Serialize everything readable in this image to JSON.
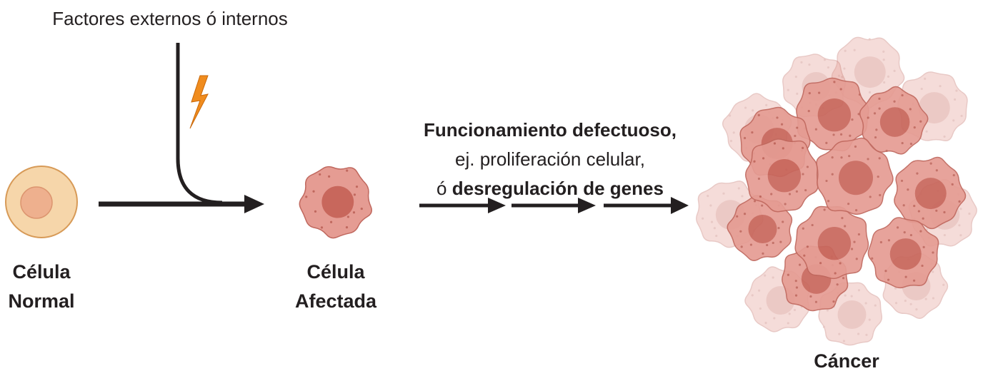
{
  "external_factors_label": "Factores externos ó internos",
  "normal_cell_label": {
    "line1": "Célula",
    "line2": "Normal"
  },
  "affected_cell_label": {
    "line1": "Célula",
    "line2": "Afectada"
  },
  "process_label": {
    "line1": "Funcionamiento defectuoso,",
    "line2": "ej. proliferación celular,",
    "line3_prefix": "ó ",
    "line3_bold": "desregulación de genes"
  },
  "cancer_label": "Cáncer",
  "colors": {
    "text": "#231f20",
    "arrow": "#231f20",
    "normal_cell_fill": "#f6d6aa",
    "normal_cell_stroke": "#d79a57",
    "normal_nucleus": "#eeb08e",
    "cancer_cell_fill": "#e59c93",
    "cancer_cell_stroke": "#c0685e",
    "cancer_nucleus": "#c8675c",
    "lightning": "#f08c1e"
  },
  "icons": [
    "lightning-icon",
    "normal-cell-icon",
    "affected-cell-icon",
    "tumor-cluster-icon"
  ]
}
